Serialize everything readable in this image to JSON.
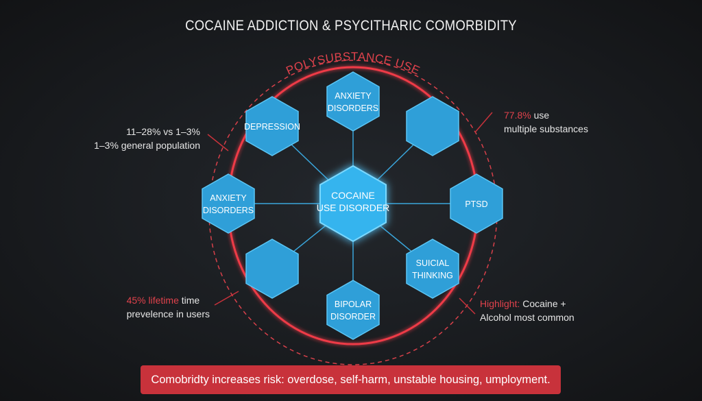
{
  "title": "COCAINE ADDICTION & PSYCITHARIC COMORBIDITY",
  "ring_label": "POLYSUBSTANCE USE",
  "center": {
    "line1": "COCAINE",
    "line2": "USE DISORDER"
  },
  "nodes": [
    {
      "line1": "ANXIETY",
      "line2": "DISORDERS"
    },
    {
      "line1": "",
      "line2": ""
    },
    {
      "line1": "PTSD",
      "line2": ""
    },
    {
      "line1": "SUICIAL",
      "line2": "THINKING"
    },
    {
      "line1": "BIPOLAR",
      "line2": "DISORDER"
    },
    {
      "line1": "",
      "line2": ""
    },
    {
      "line1": "ANXIETY",
      "line2": "DISORDERS"
    },
    {
      "line1": "DEPRESSION",
      "line2": ""
    }
  ],
  "annotations": {
    "top_left": {
      "line1": "11–28% vs 1–3%",
      "line2": "1–3% general population"
    },
    "top_right": {
      "highlight": "77.8%",
      "rest": " use",
      "line2": "multiple substances"
    },
    "bottom_left": {
      "highlight": "45% lifetime",
      "rest": " time",
      "line2": "prevelence in users"
    },
    "bottom_right": {
      "highlight": "Highlight:",
      "rest": " Cocaine +",
      "line2": "Alcohol most common"
    }
  },
  "banner": "Comobridty increases risk: overdose, self-harm, unstable housing, umployment.",
  "colors": {
    "accent_red": "#e0424c",
    "hex_blue": "#2f9fd8",
    "center_blue": "#36b4ee",
    "background": "#17191c"
  }
}
